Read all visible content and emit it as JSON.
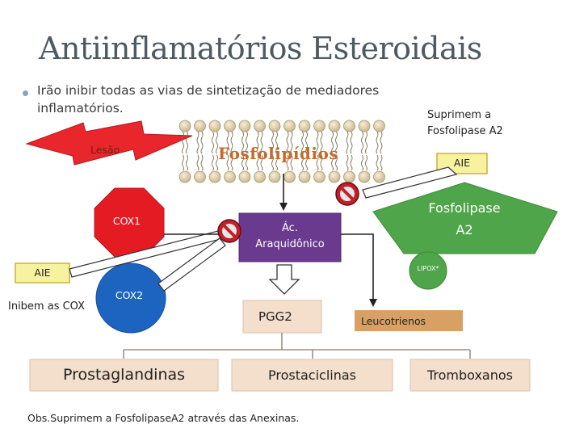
{
  "title": "Antiinflamatórios Esteroidais",
  "bullet": {
    "line1": "Irão inibir todas as vias de sintetização de mediadores",
    "line2": "inflamatórios."
  },
  "notes": {
    "suprimem_line1": "Suprimem a",
    "suprimem_line2": "Fosfolipase A2",
    "inibem_cox": "Inibem as COX",
    "obs": "Obs.Suprimem a FosfolipaseA2 através das Anexinas."
  },
  "labels": {
    "lesao": "Lesão",
    "fosfolipidios": "Fosfolipídios",
    "aie_top": "AIE",
    "aie_left": "AIE",
    "fosfolipase_line1": "Fosfolipase",
    "fosfolipase_line2": "A2",
    "cox1": "COX1",
    "cox2": "COX2",
    "ac_line1": "Ác.",
    "ac_line2": "Araquidônico",
    "lipox": "LIPOX*",
    "pgg2": "PGG2",
    "leucotrienos": "Leucotrienos",
    "prostaglandinas": "Prostaglandinas",
    "prostaciclinas": "Prostaciclinas",
    "tromboxanos": "Tromboxanos"
  },
  "colors": {
    "title": "#4e5a63",
    "lesao_red": "#e8262b",
    "aie_yellow": "#f6f2a0",
    "aie_border": "#c9b13a",
    "fosfolipase_green": "#4fa54a",
    "cox1_red": "#e41b23",
    "cox2_blue": "#1c64bf",
    "ac_purple": "#6a3a8e",
    "pgg2_fill": "#f3dfcc",
    "leucotrienos_fill": "#d9a065",
    "product_fill": "#f3dfcc",
    "no_symbol": "#c0202a",
    "fosfolipidios_text": "#c56a2a"
  },
  "icons": [
    "no-entry-icon",
    "phospholipid-membrane-icon",
    "lightning-bolt-icon"
  ]
}
